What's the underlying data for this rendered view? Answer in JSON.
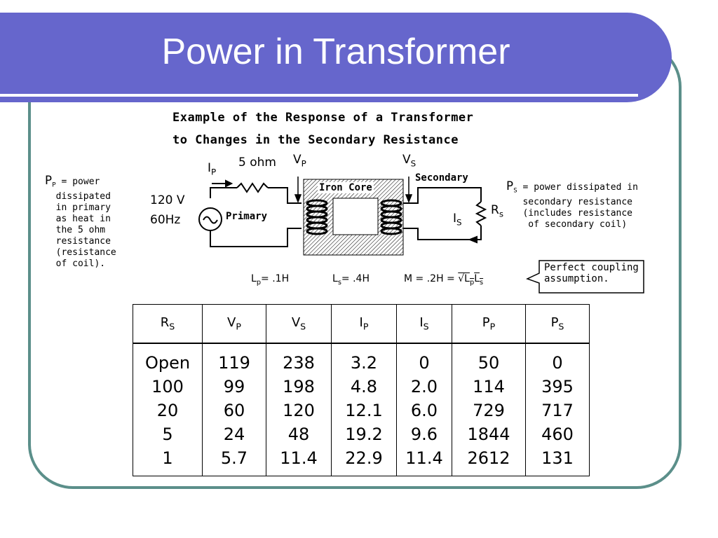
{
  "slide": {
    "title": "Power in Transformer"
  },
  "figure": {
    "title_line1": "Example of the Response of a Transformer",
    "title_line2": "to  Changes in the Secondary Resistance",
    "primary_note": {
      "symbol": "P",
      "sub": "P",
      "lines": [
        " = power",
        "  dissipated",
        "  in primary",
        "  as heat in",
        "  the 5 ohm",
        "  resistance",
        "  (resistance",
        "  of coil)."
      ]
    },
    "secondary_note": {
      "symbol": "P",
      "sub": "S",
      "lines": [
        " = power dissipated in",
        "   secondary resistance",
        "   (includes resistance",
        "    of secondary coil)"
      ]
    },
    "source_voltage": "120 V",
    "source_freq": "60Hz",
    "primary_label": "Primary",
    "secondary_label": "Secondary",
    "core_label": "Iron Core",
    "resistor_label": "5 ohm",
    "current_primary": {
      "main": "I",
      "sub": "P"
    },
    "current_secondary": {
      "main": "I",
      "sub": "S"
    },
    "voltage_primary": {
      "main": "V",
      "sub": "P"
    },
    "voltage_secondary": {
      "main": "V",
      "sub": "S"
    },
    "load_resistor": {
      "main": "R",
      "sub": "s"
    },
    "inductance": {
      "lp": {
        "main": "L",
        "sub": "p",
        "rest": "= .1H"
      },
      "ls": {
        "main": "L",
        "sub": "s",
        "rest": "= .4H"
      },
      "m": "M = .2H =",
      "sqrt": "√L",
      "sqrt_sub1": "p",
      "sqrt_mid": "L",
      "sqrt_sub2": "s"
    },
    "coupling_note": [
      "Perfect coupling",
      "assumption."
    ]
  },
  "table": {
    "headers": [
      {
        "main": "R",
        "sub": "S"
      },
      {
        "main": "V",
        "sub": "P"
      },
      {
        "main": "V",
        "sub": "S"
      },
      {
        "main": "I",
        "sub": "P"
      },
      {
        "main": "I",
        "sub": "S"
      },
      {
        "main": "P",
        "sub": "P"
      },
      {
        "main": "P",
        "sub": "S"
      }
    ],
    "columns": [
      [
        "Open",
        "100",
        "20",
        "5",
        "1"
      ],
      [
        "119",
        "99",
        "60",
        "24",
        "5.7"
      ],
      [
        "238",
        "198",
        "120",
        "48",
        "11.4"
      ],
      [
        "3.2",
        "4.8",
        "12.1",
        "19.2",
        "22.9"
      ],
      [
        "0",
        "2.0",
        "6.0",
        "9.6",
        "11.4"
      ],
      [
        "50",
        "114",
        "729",
        "1844",
        "2612"
      ],
      [
        "0",
        "395",
        "717",
        "460",
        "131"
      ]
    ]
  },
  "colors": {
    "title_bar": "#6666cc",
    "frame": "#5b8f8a"
  }
}
